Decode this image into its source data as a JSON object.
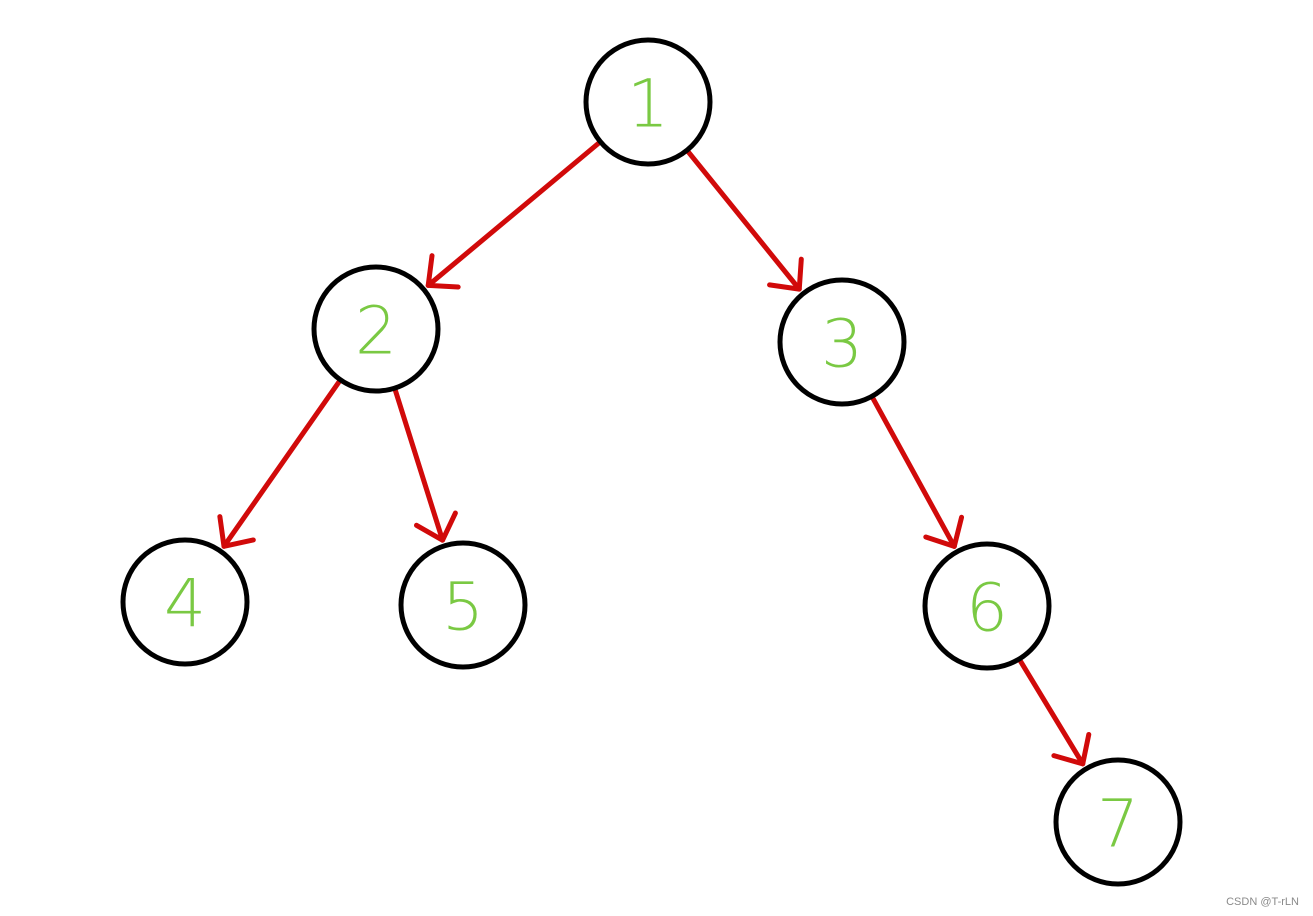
{
  "diagram": {
    "type": "binary-tree",
    "colors": {
      "edge": "#d10a0a",
      "node_stroke": "#000000",
      "label": "#7ac943",
      "background": "#ffffff"
    },
    "nodes": [
      {
        "id": "n1",
        "label": "1"
      },
      {
        "id": "n2",
        "label": "2"
      },
      {
        "id": "n3",
        "label": "3"
      },
      {
        "id": "n4",
        "label": "4"
      },
      {
        "id": "n5",
        "label": "5"
      },
      {
        "id": "n6",
        "label": "6"
      },
      {
        "id": "n7",
        "label": "7"
      }
    ],
    "edges": [
      {
        "from": "n1",
        "to": "n2"
      },
      {
        "from": "n1",
        "to": "n3"
      },
      {
        "from": "n2",
        "to": "n4"
      },
      {
        "from": "n2",
        "to": "n5"
      },
      {
        "from": "n3",
        "to": "n6"
      },
      {
        "from": "n6",
        "to": "n7"
      }
    ]
  },
  "watermark": "CSDN @T-rLN"
}
